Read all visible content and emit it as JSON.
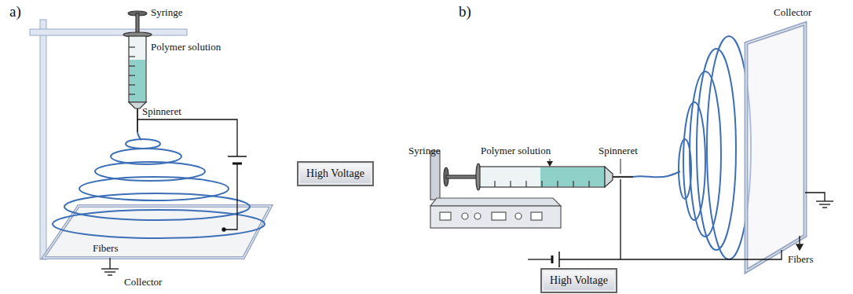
{
  "diagram": {
    "nodes": [
      {
        "text": [
          "High Voltage"
        ]
      },
      {
        "text": [
          "High Voltage"
        ]
      }
    ],
    "labels": [
      "a)",
      "Syringe",
      "Polymer solution",
      "Spinneret",
      "Fibers",
      "Collector",
      "b)",
      "Collector",
      "Syringe",
      "Polymer solution",
      "Spinneret",
      "Fibers"
    ]
  }
}
